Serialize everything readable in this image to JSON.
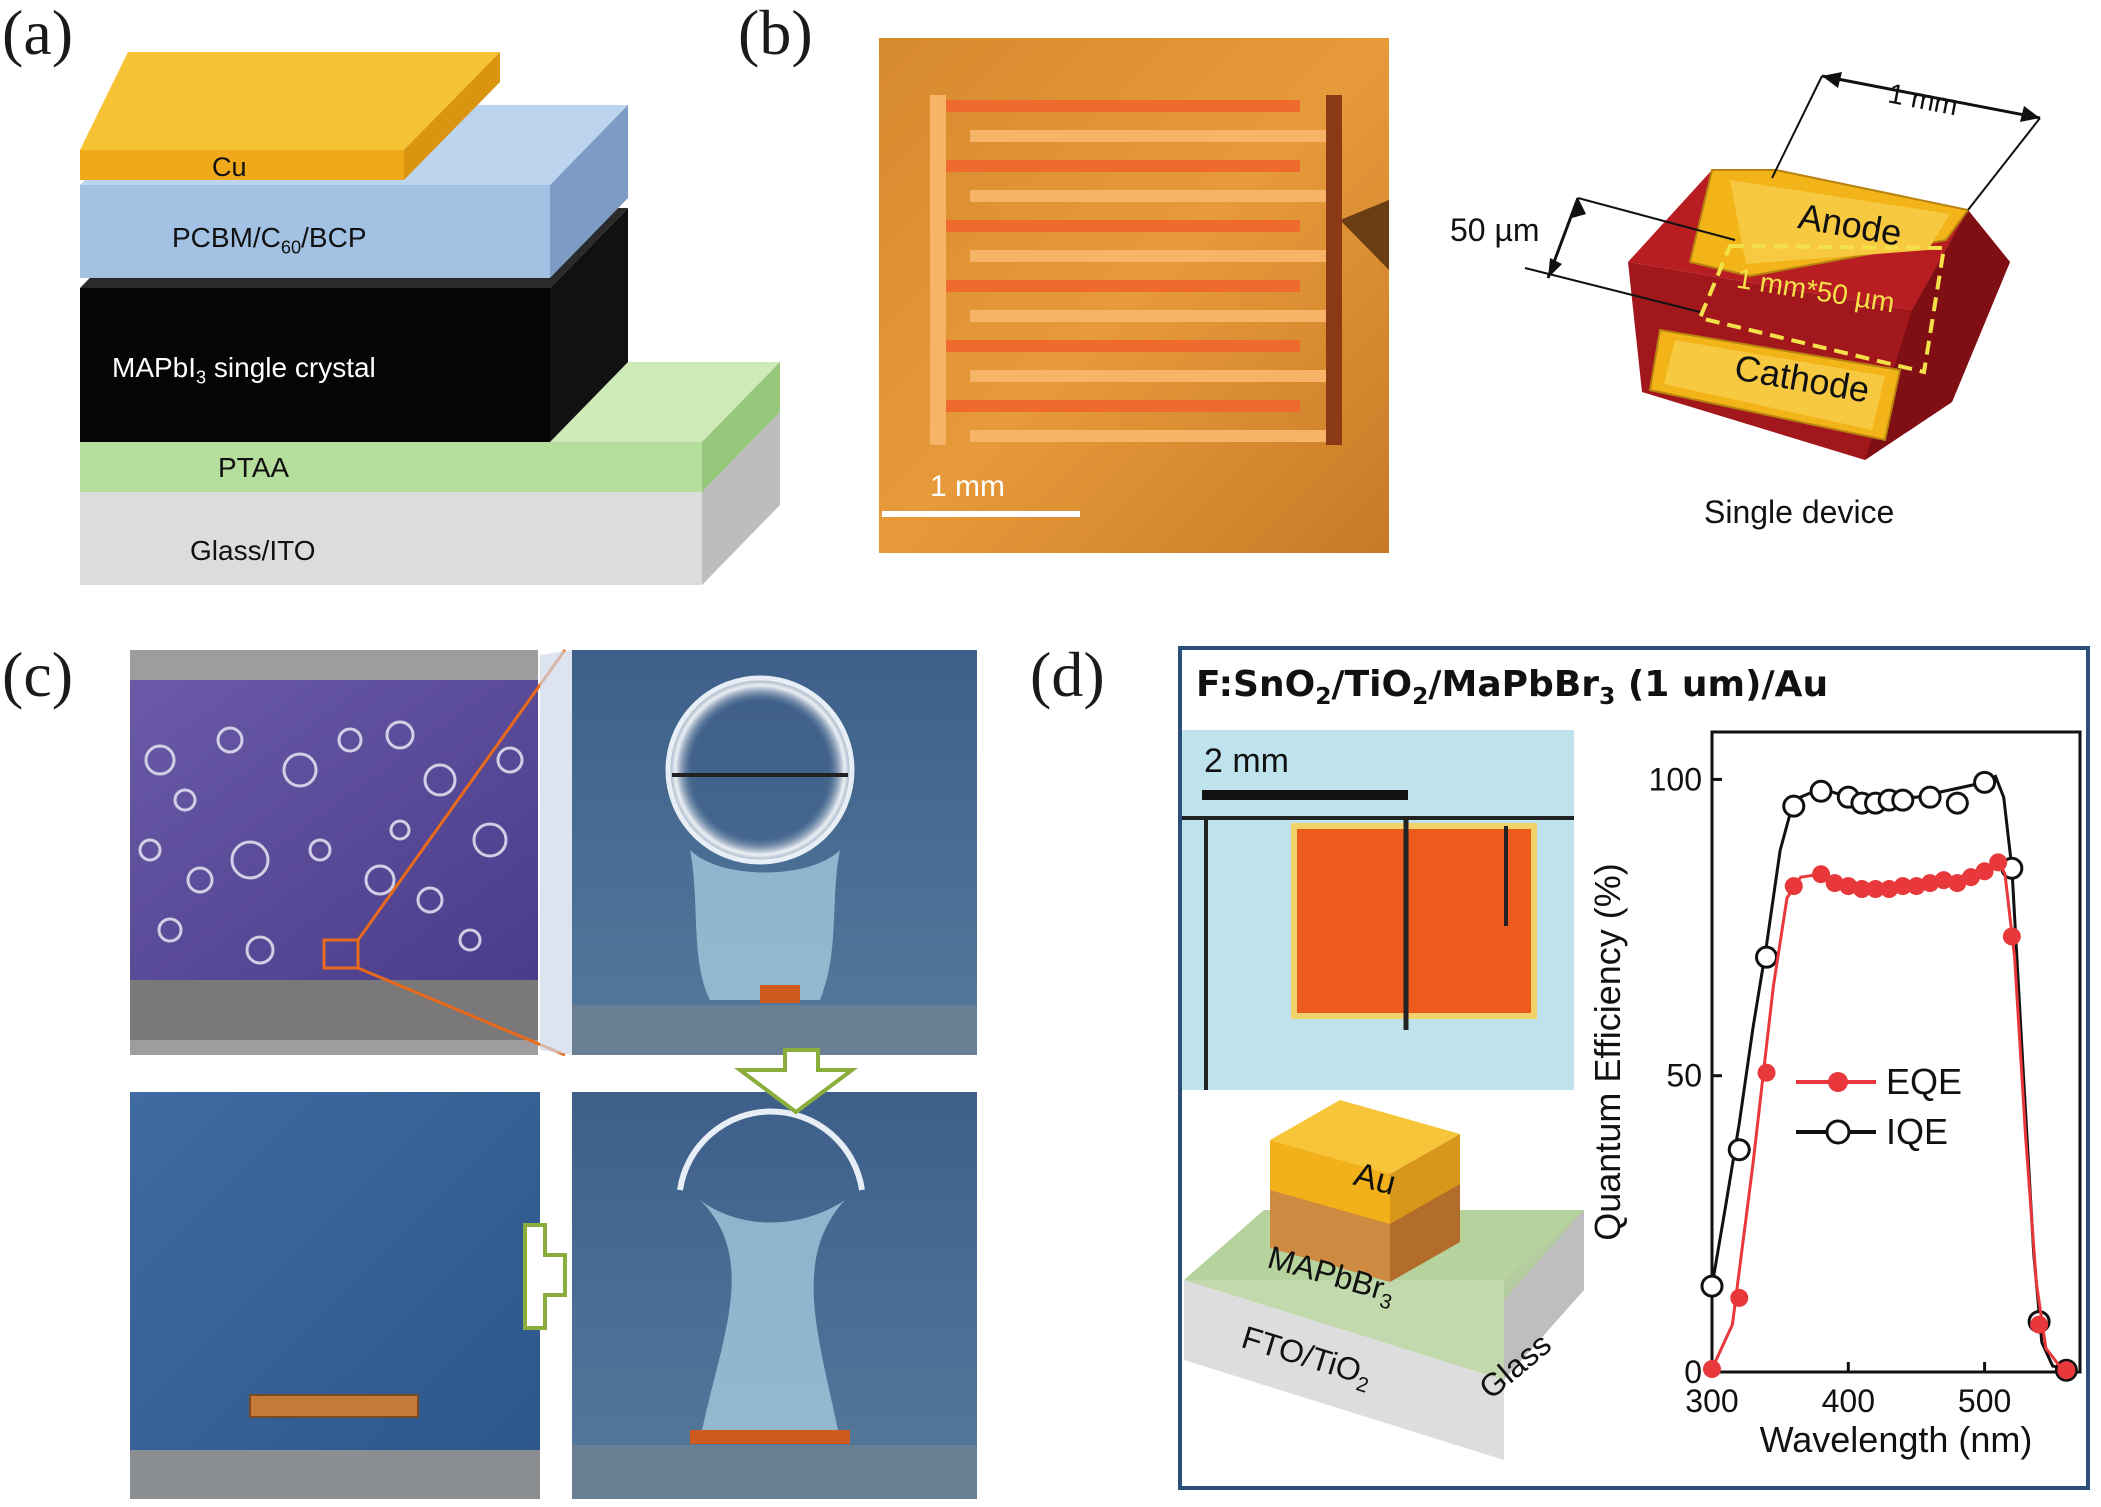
{
  "panels": {
    "a": {
      "letter": "(a)",
      "layers": {
        "cu": "Cu",
        "pcbm_pre": "PCBM/C",
        "pcbm_sub": "60",
        "pcbm_post": "/BCP",
        "crystal_pre": "MAPbI",
        "crystal_sub": "3",
        "crystal_post": " single crystal",
        "ptaa": "PTAA",
        "glass": "Glass/ITO"
      }
    },
    "b": {
      "letter": "(b)",
      "scale_bar": "1 mm",
      "width_dim": "1 mm",
      "thickness_dim": "50 µm",
      "anode": "Anode",
      "cathode": "Cathode",
      "gap": "1 mm*50 µm",
      "caption": "Single device"
    },
    "c": {
      "letter": "(c)"
    },
    "d": {
      "letter": "(d)",
      "title_parts": [
        "F:SnO",
        "2",
        "/TiO",
        "2",
        "/MaPbBr",
        "3",
        " (1 um)/Au"
      ],
      "scale_bar": "2 mm",
      "stack": {
        "au": "Au",
        "perov_pre": "MAPbBr",
        "perov_sub": "3",
        "fto_pre": "FTO/TiO",
        "fto_sub": "2",
        "glass": "Glass"
      }
    }
  },
  "chart_data": {
    "type": "line",
    "xlabel": "Wavelength (nm)",
    "ylabel": "Quantum Efficiency (%)",
    "xlim": [
      300,
      570
    ],
    "ylim": [
      0,
      108
    ],
    "xticks": [
      "300",
      "400",
      "500"
    ],
    "yticks": [
      "0",
      "50",
      "100"
    ],
    "legend_position": "center-right",
    "series": [
      {
        "name": "EQE",
        "color": "#e8383b",
        "marker": "filled-circle",
        "markers": [
          [
            300,
            0.5
          ],
          [
            320,
            12.5
          ],
          [
            340,
            50.5
          ],
          [
            360,
            82
          ],
          [
            380,
            84
          ],
          [
            390,
            82.5
          ],
          [
            400,
            82
          ],
          [
            410,
            81.5
          ],
          [
            420,
            81.5
          ],
          [
            430,
            81.5
          ],
          [
            440,
            82
          ],
          [
            450,
            82
          ],
          [
            460,
            82.5
          ],
          [
            470,
            83
          ],
          [
            480,
            82.5
          ],
          [
            490,
            83.5
          ],
          [
            500,
            84.5
          ],
          [
            510,
            86
          ],
          [
            520,
            73.5
          ],
          [
            540,
            8
          ],
          [
            560,
            0.3
          ]
        ],
        "curve": [
          [
            300,
            0.5
          ],
          [
            315,
            8
          ],
          [
            330,
            35
          ],
          [
            345,
            65
          ],
          [
            355,
            80
          ],
          [
            365,
            83.5
          ],
          [
            380,
            84
          ],
          [
            400,
            82
          ],
          [
            450,
            82
          ],
          [
            500,
            84.5
          ],
          [
            510,
            86.5
          ],
          [
            515,
            84
          ],
          [
            522,
            70
          ],
          [
            530,
            40
          ],
          [
            538,
            15
          ],
          [
            545,
            4
          ],
          [
            555,
            1
          ],
          [
            565,
            0.3
          ]
        ]
      },
      {
        "name": "IQE",
        "color": "#111111",
        "marker": "open-circle",
        "markers": [
          [
            300,
            14.5
          ],
          [
            320,
            37.5
          ],
          [
            340,
            70
          ],
          [
            360,
            95.5
          ],
          [
            380,
            98
          ],
          [
            400,
            97
          ],
          [
            410,
            96
          ],
          [
            420,
            96
          ],
          [
            430,
            96.5
          ],
          [
            440,
            96.5
          ],
          [
            460,
            97
          ],
          [
            480,
            96
          ],
          [
            500,
            99.5
          ],
          [
            520,
            85
          ],
          [
            540,
            8.5
          ],
          [
            560,
            0.3
          ]
        ],
        "curve": [
          [
            300,
            14.5
          ],
          [
            310,
            28
          ],
          [
            320,
            42
          ],
          [
            330,
            58
          ],
          [
            340,
            72
          ],
          [
            350,
            88
          ],
          [
            360,
            96.5
          ],
          [
            380,
            98.5
          ],
          [
            400,
            97
          ],
          [
            450,
            97
          ],
          [
            500,
            99.5
          ],
          [
            508,
            100.5
          ],
          [
            514,
            97
          ],
          [
            520,
            85
          ],
          [
            528,
            52
          ],
          [
            536,
            20
          ],
          [
            542,
            5
          ],
          [
            550,
            1
          ],
          [
            565,
            0.3
          ]
        ]
      }
    ]
  },
  "colors": {
    "cu": "#f5b223",
    "pcbm": "#a3c2e3",
    "crystal": "#050505",
    "ptaa": "#b8dea0",
    "glass": "#dcdcdc",
    "frame_d": "#2b4f78",
    "crystal_red": "#a2171c",
    "electrode_gold": "#f2b418"
  }
}
